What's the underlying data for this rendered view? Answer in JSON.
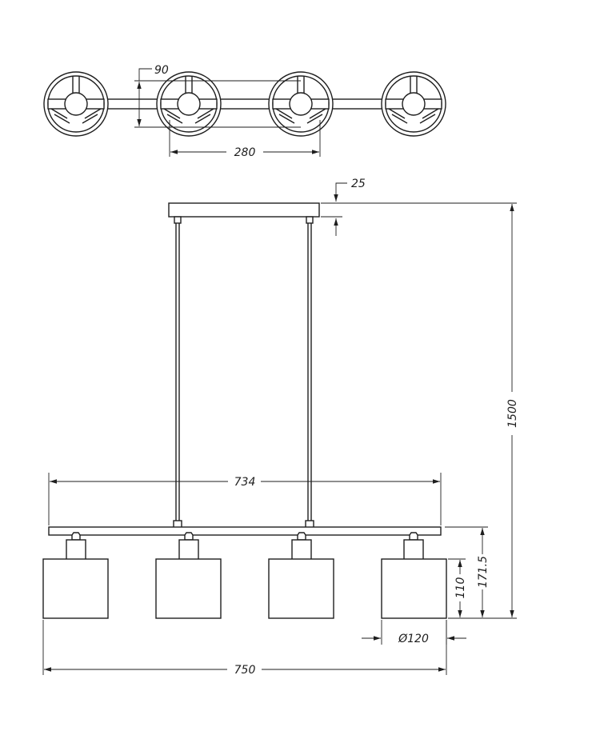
{
  "dimensions": {
    "top_height": "90",
    "top_spacing": "280",
    "canopy_thickness": "25",
    "total_height": "1500",
    "bar_length": "734",
    "total_width": "750",
    "shade_diameter": "Ø120",
    "shade_height": "110",
    "lamp_height": "171.5"
  },
  "colors": {
    "line": "#1e1e1e",
    "background": "#ffffff"
  }
}
